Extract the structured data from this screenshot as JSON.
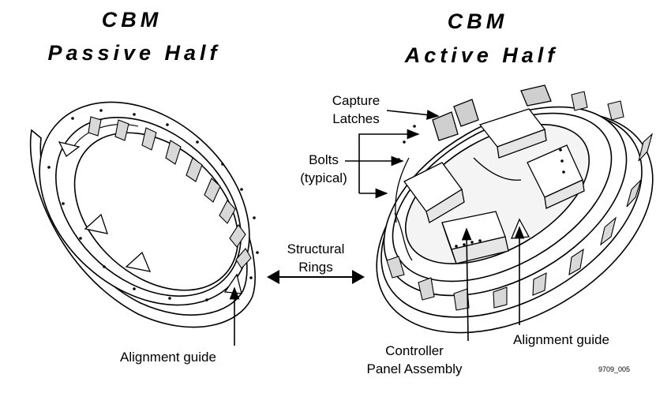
{
  "titles": {
    "passive_line1": "CBM",
    "passive_line2": "Passive Half",
    "active_line1": "CBM",
    "active_line2": "Active Half"
  },
  "labels": {
    "capture_line1": "Capture",
    "capture_line2": "Latches",
    "bolts_line1": "Bolts",
    "bolts_line2": "(typical)",
    "structural_line1": "Structural",
    "structural_line2": "Rings",
    "alignment_left": "Alignment guide",
    "alignment_right": "Alignment guide",
    "controller_line1": "Controller",
    "controller_line2": "Panel Assembly"
  },
  "figure_id": "9709_005"
}
